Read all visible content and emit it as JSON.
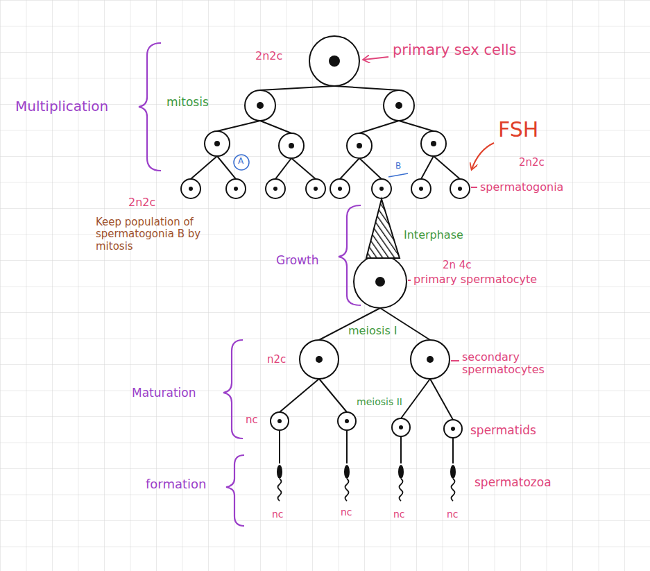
{
  "diagram": {
    "labels": [
      "Multiplication",
      "mitosis",
      "2n2c",
      "primary sex cells",
      "FSH",
      "A",
      "B",
      "2n2c",
      "spermatogonia",
      "2n2c",
      "Keep population of spermatogonia B by mitosis",
      "Growth",
      "Interphase",
      "2n 4c",
      "primary spermatocyte",
      "meiosis I",
      "n2c",
      "secondary spermatocytes",
      "Maturation",
      "meiosis II",
      "nc",
      "spermatids",
      "formation",
      "spermatozoa",
      "nc",
      "nc",
      "nc",
      "nc"
    ]
  }
}
